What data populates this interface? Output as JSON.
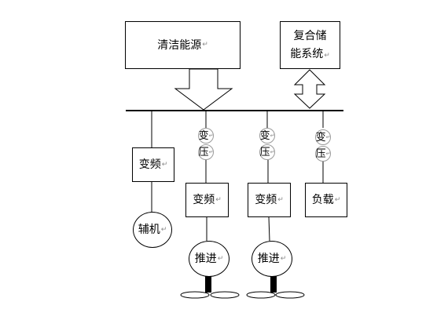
{
  "para_mark": "↵",
  "source": {
    "label": "清洁能源"
  },
  "storage": {
    "line1": "复合储",
    "line2": "能系统"
  },
  "aux_branch": {
    "converter": "变频",
    "motor": "辅机"
  },
  "propulsion_branches": [
    {
      "coil_top": "变",
      "coil_bottom": "压",
      "converter": "变频",
      "motor": "推进"
    },
    {
      "coil_top": "变",
      "coil_bottom": "压",
      "converter": "变频",
      "motor": "推进"
    }
  ],
  "load_branch": {
    "coil_top": "变",
    "coil_bottom": "压",
    "load": "负载"
  }
}
